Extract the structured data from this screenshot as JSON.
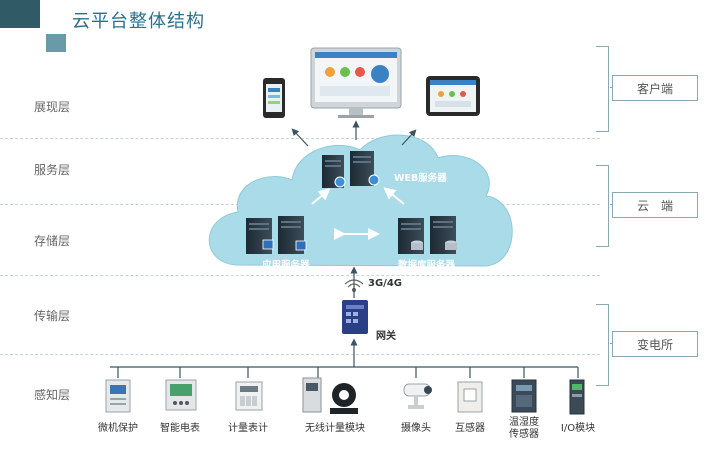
{
  "title": "云平台整体结构",
  "layers": [
    "展现层",
    "服务层",
    "存储层",
    "传输层",
    "感知层"
  ],
  "tiers": [
    "客户端",
    "云　端",
    "变电所"
  ],
  "cloud": {
    "web_server": "WEB服务器",
    "app_server": "应用服务器",
    "db_server": "数据库服务器"
  },
  "network": "3G/4G",
  "gateway": "网关",
  "devices": [
    "微机保护",
    "智能电表",
    "计量表计",
    "无线计量模块",
    "摄像头",
    "互感器",
    "温湿度\n传感器",
    "I/O模块"
  ],
  "colors": {
    "cloud": "#a9dbe8",
    "accent": "#2a6f8f",
    "bracket": "#8aa9b4"
  }
}
